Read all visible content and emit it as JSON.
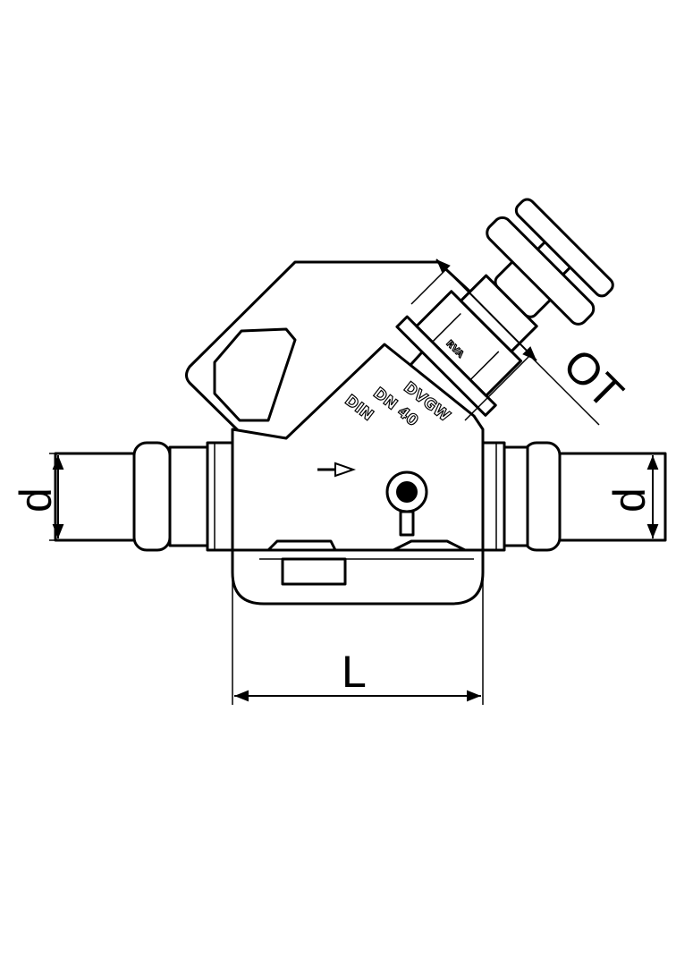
{
  "dimensions": {
    "diameter_left": "d",
    "diameter_right": "d",
    "length": "L",
    "operating_height": "OT"
  },
  "body_markings": [
    "DVGW",
    "DN 40",
    "DIN"
  ],
  "bonnet_marking": "RVA"
}
